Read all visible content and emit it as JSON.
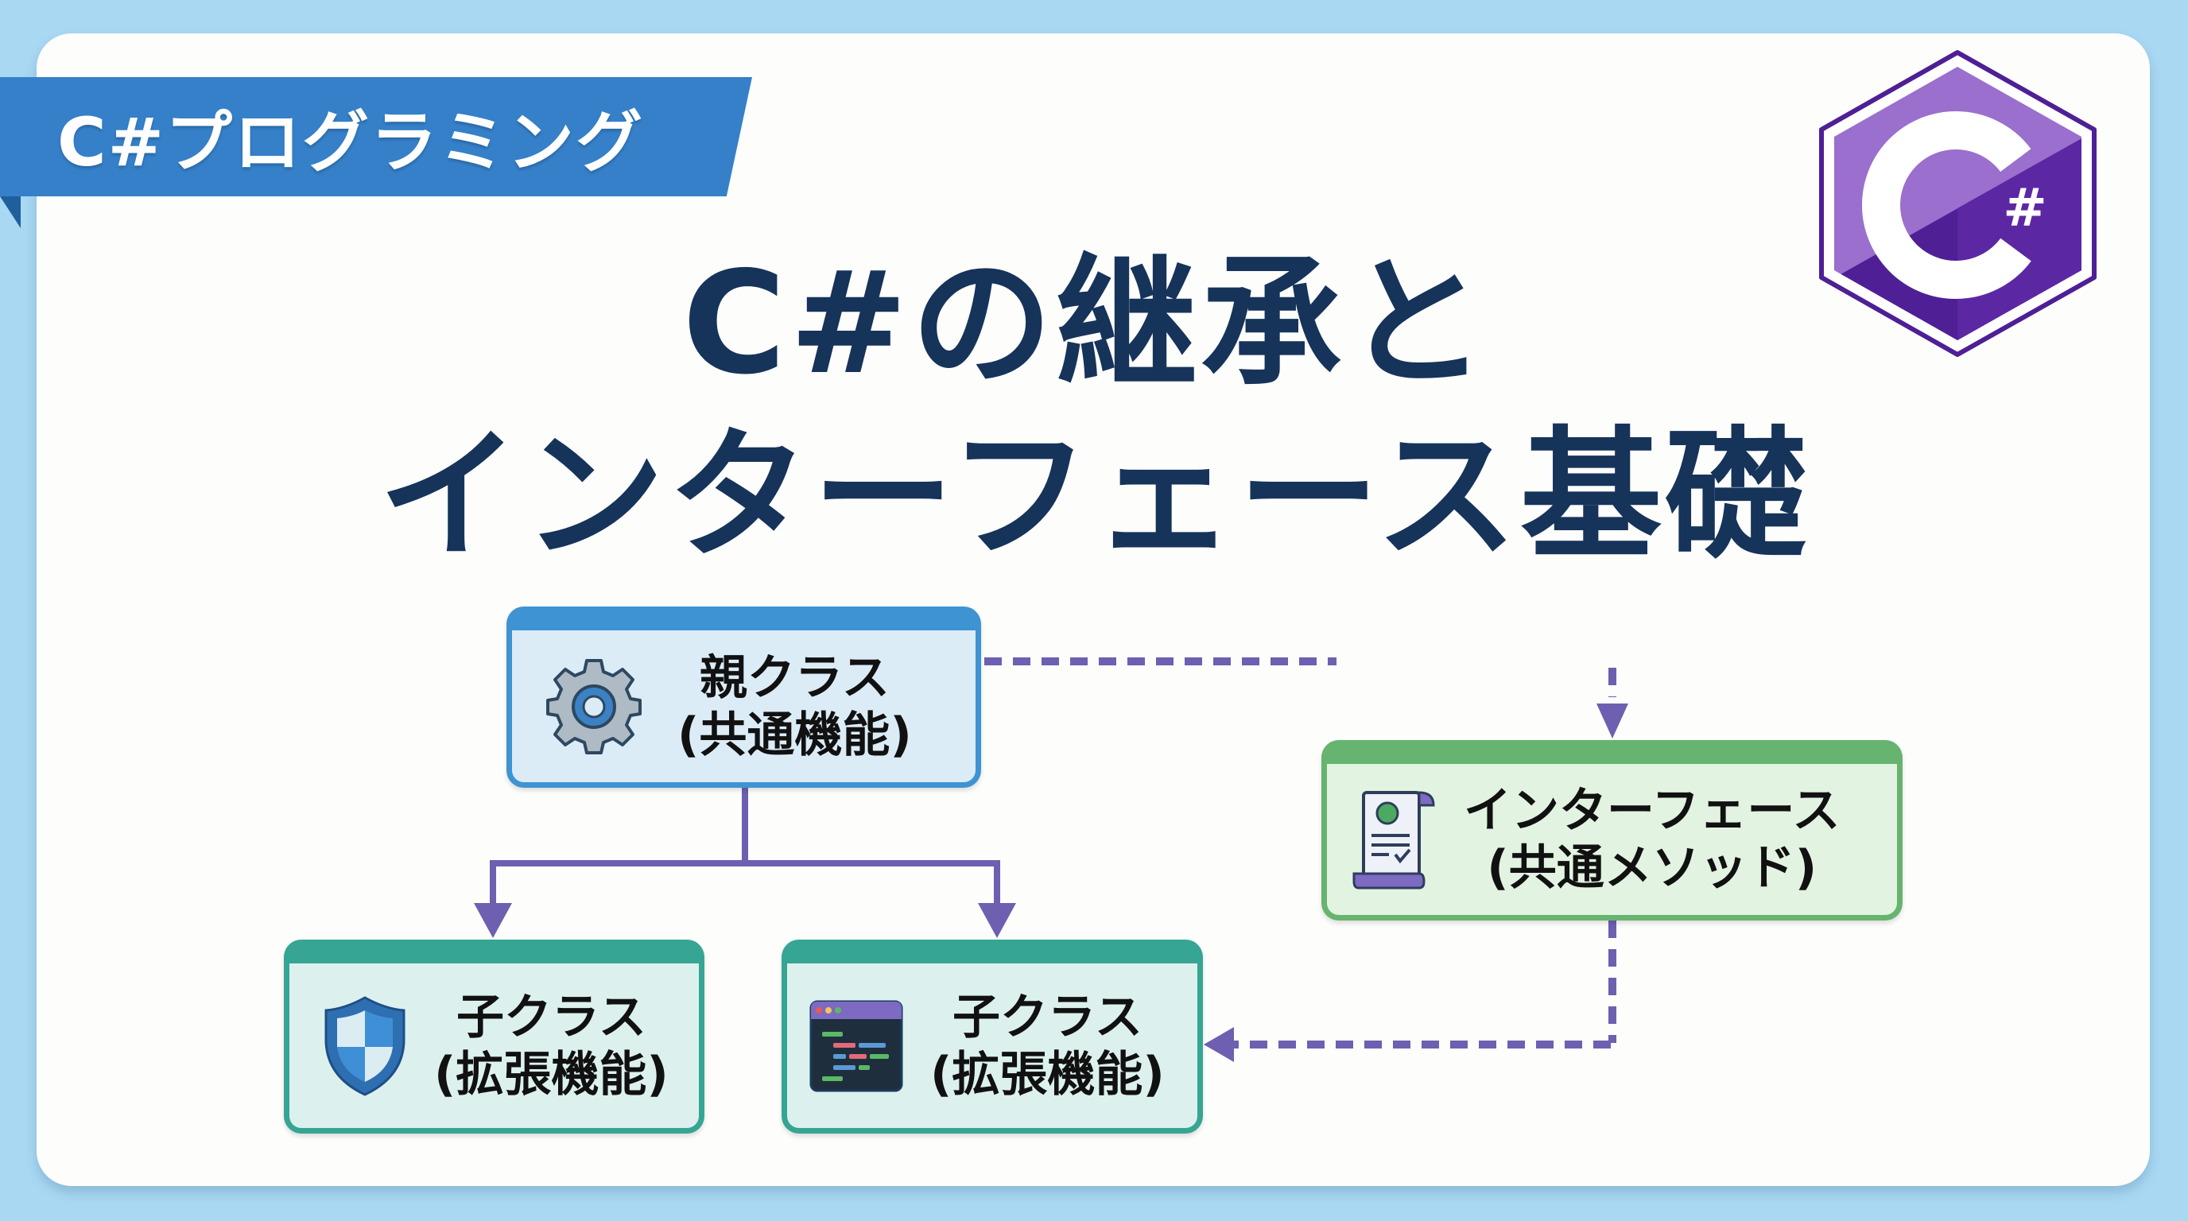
{
  "banner": {
    "label": "C#プログラミング"
  },
  "logo": {
    "name": "csharp-logo",
    "glyph": "C",
    "sharp": "#"
  },
  "title": {
    "line1": "C#の継承と",
    "line2": "インターフェース基礎"
  },
  "diagram": {
    "parent": {
      "title": "親クラス",
      "subtitle": "(共通機能)",
      "icon": "gear-icon"
    },
    "interface": {
      "title": "インターフェース",
      "subtitle": "(共通メソッド)",
      "icon": "contract-scroll-icon"
    },
    "child1": {
      "title": "子クラス",
      "subtitle": "(拡張機能)",
      "icon": "shield-icon"
    },
    "child2": {
      "title": "子クラス",
      "subtitle": "(拡張機能)",
      "icon": "code-window-icon"
    },
    "edges": [
      {
        "from": "parent",
        "to": "child1",
        "style": "solid"
      },
      {
        "from": "parent",
        "to": "child2",
        "style": "solid"
      },
      {
        "from": "parent",
        "to": "interface",
        "style": "dashed"
      },
      {
        "from": "interface",
        "to": "child2",
        "style": "dashed"
      }
    ]
  },
  "colors": {
    "background": "#a9d8f3",
    "banner": "#3580c9",
    "title": "#16335a",
    "connector": "#6e5fb0",
    "parent_border": "#3e93d3",
    "interface_border": "#66b46f",
    "child_border": "#36a593",
    "logo_light": "#9a6fcd",
    "logo_dark": "#4f1f95"
  }
}
